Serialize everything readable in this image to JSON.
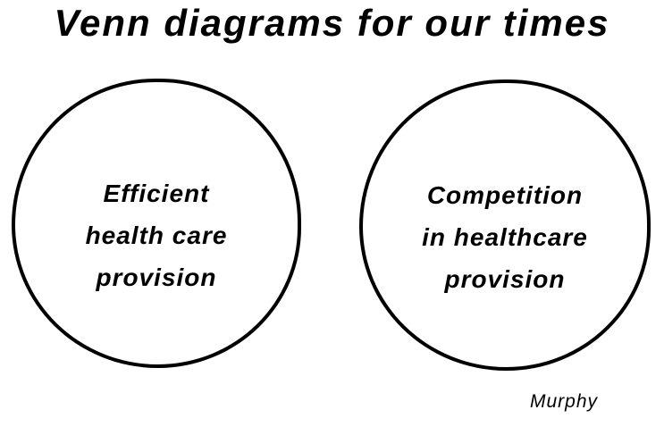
{
  "page": {
    "title": "Venn diagrams for our times",
    "signature": "Murphy",
    "background_color": "#ffffff",
    "ink_color": "#000000"
  },
  "diagram": {
    "type": "venn",
    "overlap": "none",
    "style": "hand-drawn",
    "circles": [
      {
        "id": "left",
        "label": "Efficient\nhealth care\nprovision"
      },
      {
        "id": "right",
        "label": "Competition\nin healthcare\nprovision"
      }
    ]
  }
}
